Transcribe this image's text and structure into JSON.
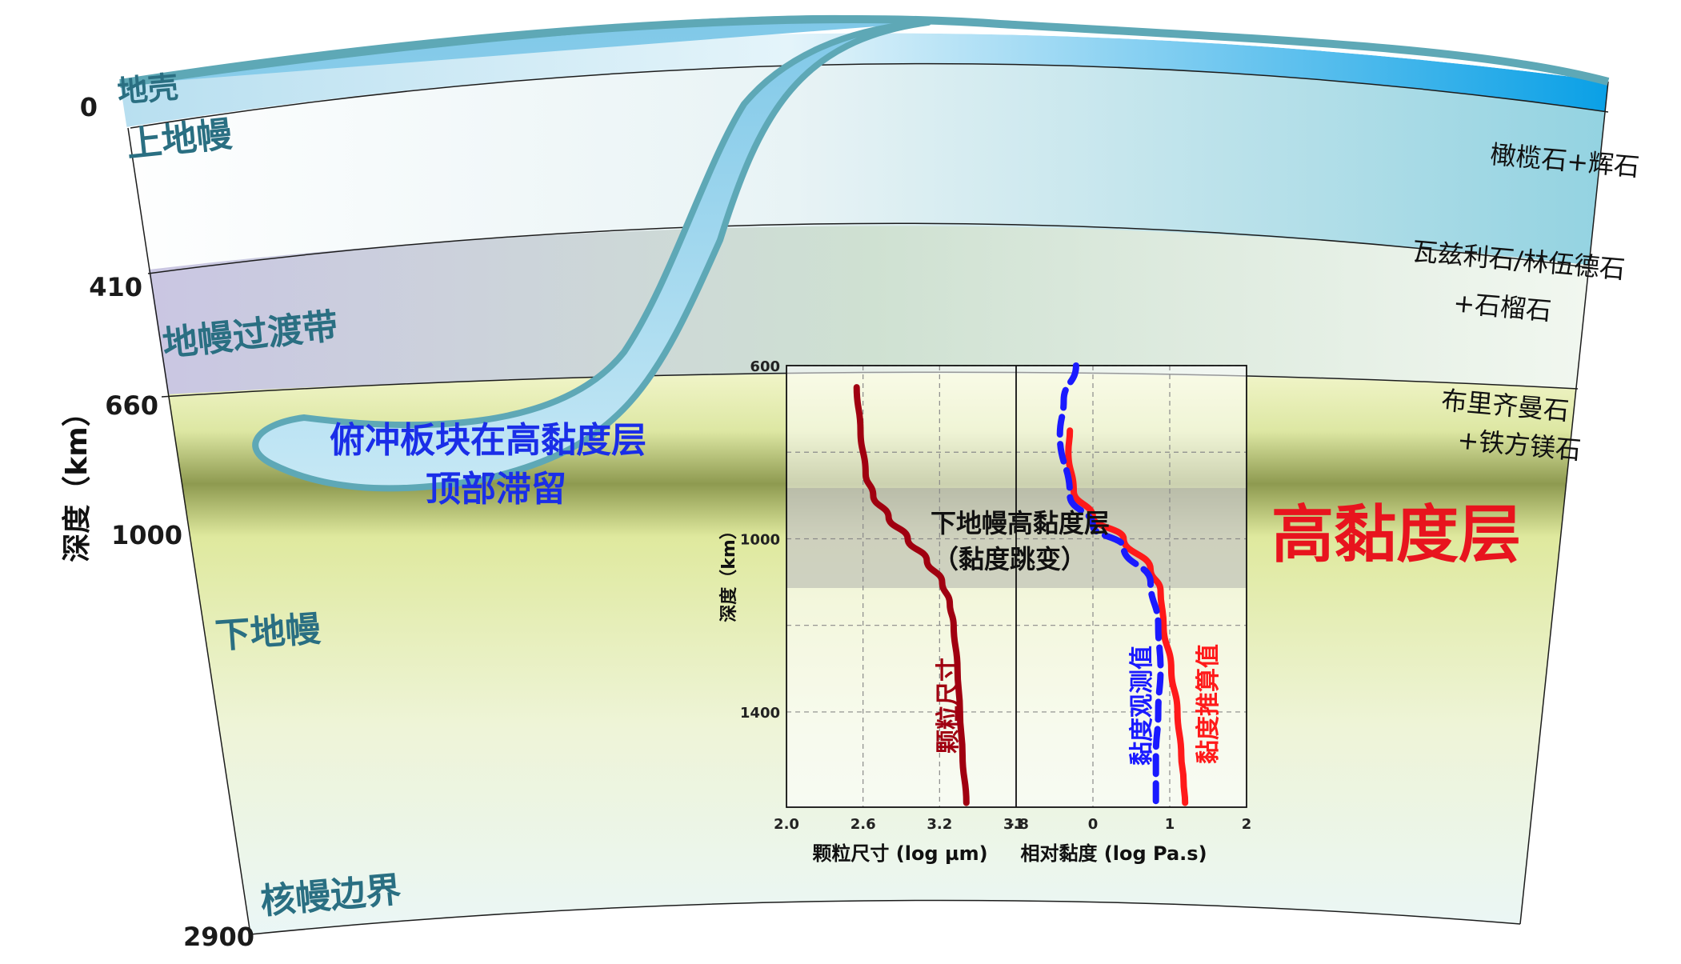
{
  "depth_axis": {
    "title": "深度（km）",
    "ticks": [
      "0",
      "410",
      "660",
      "1000",
      "2900"
    ]
  },
  "layers": {
    "crust": "地壳",
    "upper_mantle": "上地幔",
    "transition_zone": "地幔过渡带",
    "lower_mantle": "下地幔",
    "cmb": "核幔边界"
  },
  "minerals": {
    "upper": "橄榄石+辉石",
    "transition_line1": "瓦兹利石/林伍德石",
    "transition_line2": "+石榴石",
    "lower_line1": "布里齐曼石",
    "lower_line2": "+铁方镁石"
  },
  "slab_note": {
    "line1": "俯冲板块在高黏度层",
    "line2": "顶部滞留"
  },
  "high_viscosity_label": "高黏度层",
  "inset": {
    "band_title": "下地幔高黏度层",
    "band_subtitle": "（黏度跳变）",
    "y_axis_label": "深度（km）",
    "left_panel": {
      "xlabel": "颗粒尺寸 (log µm)",
      "xticks": [
        "2.0",
        "2.6",
        "3.2",
        "3.8"
      ],
      "series_label": "颗粒尺寸"
    },
    "right_panel": {
      "xlabel": "相对黏度 (log Pa.s)",
      "xticks": [
        "-1",
        "0",
        "1",
        "2"
      ],
      "series_observed": "黏度观测值",
      "series_estimated": "黏度推算值"
    },
    "yticks": [
      "600",
      "1000",
      "1400"
    ],
    "colors": {
      "grain": "#a00010",
      "estimated": "#ff1a1a",
      "observed": "#1a1aff"
    }
  },
  "chart_data": {
    "type": "line",
    "ylabel": "深度（km）",
    "ylim": [
      600,
      1620
    ],
    "y_inverted": true,
    "panels": [
      {
        "xlabel": "颗粒尺寸 (log µm)",
        "xlim": [
          2.0,
          3.8
        ],
        "series": [
          {
            "name": "颗粒尺寸",
            "x": [
              2.55,
              2.58,
              2.62,
              2.68,
              2.8,
              2.95,
              3.1,
              3.22,
              3.28,
              3.31,
              3.34,
              3.36,
              3.38,
              3.41
            ],
            "y": [
              650,
              750,
              850,
              900,
              950,
              1000,
              1050,
              1100,
              1150,
              1200,
              1300,
              1400,
              1500,
              1610
            ]
          }
        ]
      },
      {
        "xlabel": "相对黏度 (log Pa.s)",
        "xlim": [
          -1,
          2
        ],
        "series": [
          {
            "name": "黏度推算值",
            "x": [
              -0.3,
              -0.32,
              -0.25,
              0,
              0.4,
              0.75,
              0.88,
              0.92,
              1.02,
              1.1,
              1.15,
              1.18,
              1.2
            ],
            "y": [
              750,
              800,
              890,
              950,
              1000,
              1070,
              1120,
              1200,
              1300,
              1400,
              1500,
              1560,
              1610
            ]
          },
          {
            "name": "黏度观测值",
            "x": [
              -0.22,
              -0.38,
              -0.43,
              -0.3,
              0,
              0.4,
              0.75,
              0.85,
              0.88,
              0.85,
              0.82,
              0.82
            ],
            "y": [
              600,
              680,
              760,
              900,
              970,
              1020,
              1100,
              1200,
              1300,
              1400,
              1500,
              1610
            ]
          }
        ]
      }
    ]
  }
}
